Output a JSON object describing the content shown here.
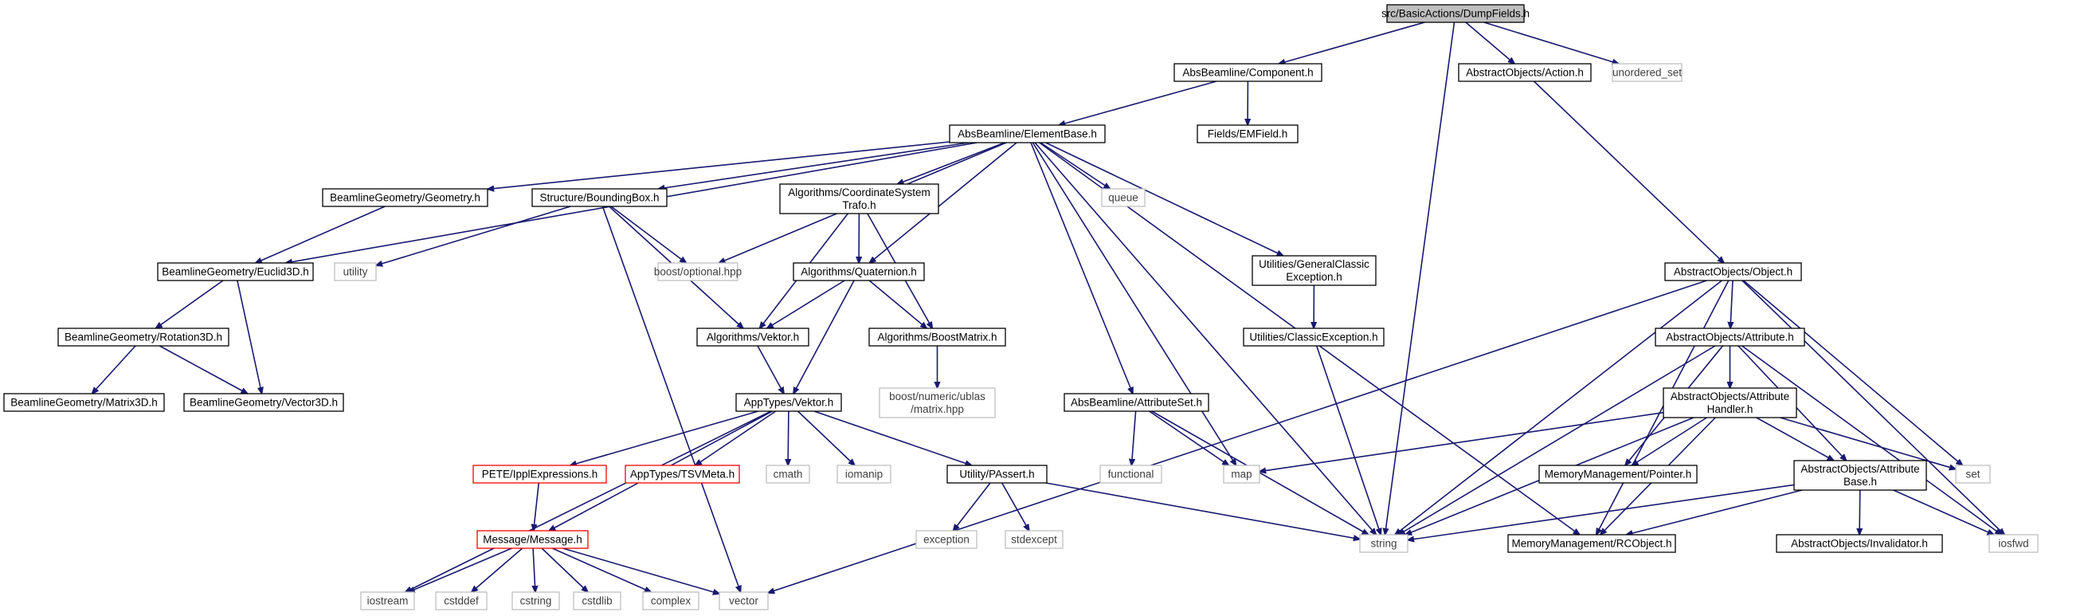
{
  "colors": {
    "edge": "#191970",
    "box_solid_border": "#000000",
    "box_dim_border": "#bfbfbf",
    "box_red_border": "#ff0000",
    "root_fill": "#bfbfbf",
    "text_dark": "#000000",
    "text_dim": "#404040"
  },
  "nodes": [
    {
      "id": "dumpfields",
      "lines": [
        "src/BasicActions/DumpFields.h"
      ],
      "style": "root"
    },
    {
      "id": "component",
      "lines": [
        "AbsBeamline/Component.h"
      ],
      "style": "solid"
    },
    {
      "id": "action",
      "lines": [
        "AbstractObjects/Action.h"
      ],
      "style": "solid"
    },
    {
      "id": "unordered_set",
      "lines": [
        "unordered_set"
      ],
      "style": "dim"
    },
    {
      "id": "elementbase",
      "lines": [
        "AbsBeamline/ElementBase.h"
      ],
      "style": "solid"
    },
    {
      "id": "emfield",
      "lines": [
        "Fields/EMField.h"
      ],
      "style": "solid"
    },
    {
      "id": "geometry",
      "lines": [
        "BeamlineGeometry/Geometry.h"
      ],
      "style": "solid"
    },
    {
      "id": "boundingbox",
      "lines": [
        "Structure/BoundingBox.h"
      ],
      "style": "solid"
    },
    {
      "id": "coordtrafo",
      "lines": [
        "Algorithms/CoordinateSystem",
        "Trafo.h"
      ],
      "style": "solid"
    },
    {
      "id": "queue",
      "lines": [
        "queue"
      ],
      "style": "dim"
    },
    {
      "id": "genclassicexc",
      "lines": [
        "Utilities/GeneralClassic",
        "Exception.h"
      ],
      "style": "solid"
    },
    {
      "id": "object",
      "lines": [
        "AbstractObjects/Object.h"
      ],
      "style": "solid"
    },
    {
      "id": "euclid3d",
      "lines": [
        "BeamlineGeometry/Euclid3D.h"
      ],
      "style": "solid"
    },
    {
      "id": "utility",
      "lines": [
        "utility"
      ],
      "style": "dim"
    },
    {
      "id": "boostoptional",
      "lines": [
        "boost/optional.hpp"
      ],
      "style": "dim"
    },
    {
      "id": "quaternion",
      "lines": [
        "Algorithms/Quaternion.h"
      ],
      "style": "solid"
    },
    {
      "id": "rotation3d",
      "lines": [
        "BeamlineGeometry/Rotation3D.h"
      ],
      "style": "solid"
    },
    {
      "id": "algvektor",
      "lines": [
        "Algorithms/Vektor.h"
      ],
      "style": "solid"
    },
    {
      "id": "boostmatrix",
      "lines": [
        "Algorithms/BoostMatrix.h"
      ],
      "style": "solid"
    },
    {
      "id": "classicexc",
      "lines": [
        "Utilities/ClassicException.h"
      ],
      "style": "solid"
    },
    {
      "id": "attribute",
      "lines": [
        "AbstractObjects/Attribute.h"
      ],
      "style": "solid"
    },
    {
      "id": "matrix3d",
      "lines": [
        "BeamlineGeometry/Matrix3D.h"
      ],
      "style": "solid"
    },
    {
      "id": "vector3d",
      "lines": [
        "BeamlineGeometry/Vector3D.h"
      ],
      "style": "solid"
    },
    {
      "id": "ublasmatrix",
      "lines": [
        "boost/numeric/ublas",
        "/matrix.hpp"
      ],
      "style": "dim"
    },
    {
      "id": "apptypesvektor",
      "lines": [
        "AppTypes/Vektor.h"
      ],
      "style": "solid"
    },
    {
      "id": "attributeset",
      "lines": [
        "AbsBeamline/AttributeSet.h"
      ],
      "style": "solid"
    },
    {
      "id": "attrhandler",
      "lines": [
        "AbstractObjects/Attribute",
        "Handler.h"
      ],
      "style": "solid"
    },
    {
      "id": "ipplexpr",
      "lines": [
        "PETE/IpplExpressions.h"
      ],
      "style": "red"
    },
    {
      "id": "tsvmeta",
      "lines": [
        "AppTypes/TSVMeta.h"
      ],
      "style": "red"
    },
    {
      "id": "cmath",
      "lines": [
        "cmath"
      ],
      "style": "dim"
    },
    {
      "id": "iomanip",
      "lines": [
        "iomanip"
      ],
      "style": "dim"
    },
    {
      "id": "passert",
      "lines": [
        "Utility/PAssert.h"
      ],
      "style": "solid"
    },
    {
      "id": "functional",
      "lines": [
        "functional"
      ],
      "style": "dim"
    },
    {
      "id": "map",
      "lines": [
        "map"
      ],
      "style": "dim"
    },
    {
      "id": "pointer",
      "lines": [
        "MemoryManagement/Pointer.h"
      ],
      "style": "solid"
    },
    {
      "id": "attrbase",
      "lines": [
        "AbstractObjects/Attribute",
        "Base.h"
      ],
      "style": "solid"
    },
    {
      "id": "set",
      "lines": [
        "set"
      ],
      "style": "dim"
    },
    {
      "id": "message",
      "lines": [
        "Message/Message.h"
      ],
      "style": "red"
    },
    {
      "id": "exception",
      "lines": [
        "exception"
      ],
      "style": "dim"
    },
    {
      "id": "stdexcept",
      "lines": [
        "stdexcept"
      ],
      "style": "dim"
    },
    {
      "id": "string",
      "lines": [
        "string"
      ],
      "style": "dim"
    },
    {
      "id": "rcobject",
      "lines": [
        "MemoryManagement/RCObject.h"
      ],
      "style": "solid"
    },
    {
      "id": "invalidator",
      "lines": [
        "AbstractObjects/Invalidator.h"
      ],
      "style": "solid"
    },
    {
      "id": "iosfwd",
      "lines": [
        "iosfwd"
      ],
      "style": "dim"
    },
    {
      "id": "iostream",
      "lines": [
        "iostream"
      ],
      "style": "dim"
    },
    {
      "id": "cstddef",
      "lines": [
        "cstddef"
      ],
      "style": "dim"
    },
    {
      "id": "cstring",
      "lines": [
        "cstring"
      ],
      "style": "dim"
    },
    {
      "id": "cstdlib",
      "lines": [
        "cstdlib"
      ],
      "style": "dim"
    },
    {
      "id": "complex",
      "lines": [
        "complex"
      ],
      "style": "dim"
    },
    {
      "id": "vector",
      "lines": [
        "vector"
      ],
      "style": "dim"
    }
  ],
  "edges": [
    [
      "dumpfields",
      "component"
    ],
    [
      "dumpfields",
      "action"
    ],
    [
      "dumpfields",
      "unordered_set"
    ],
    [
      "dumpfields",
      "string"
    ],
    [
      "component",
      "elementbase"
    ],
    [
      "component",
      "emfield"
    ],
    [
      "action",
      "object"
    ],
    [
      "elementbase",
      "euclid3d"
    ],
    [
      "elementbase",
      "geometry"
    ],
    [
      "elementbase",
      "boundingbox"
    ],
    [
      "elementbase",
      "boostoptional"
    ],
    [
      "elementbase",
      "coordtrafo"
    ],
    [
      "elementbase",
      "quaternion"
    ],
    [
      "elementbase",
      "queue"
    ],
    [
      "elementbase",
      "map"
    ],
    [
      "elementbase",
      "attributeset"
    ],
    [
      "elementbase",
      "string"
    ],
    [
      "elementbase",
      "rcobject"
    ],
    [
      "elementbase",
      "genclassicexc"
    ],
    [
      "geometry",
      "euclid3d"
    ],
    [
      "boundingbox",
      "utility"
    ],
    [
      "boundingbox",
      "boostoptional"
    ],
    [
      "boundingbox",
      "algvektor"
    ],
    [
      "boundingbox",
      "vector"
    ],
    [
      "coordtrafo",
      "algvektor"
    ],
    [
      "coordtrafo",
      "quaternion"
    ],
    [
      "coordtrafo",
      "boostmatrix"
    ],
    [
      "genclassicexc",
      "classicexc"
    ],
    [
      "classicexc",
      "string"
    ],
    [
      "euclid3d",
      "rotation3d"
    ],
    [
      "euclid3d",
      "vector3d"
    ],
    [
      "rotation3d",
      "matrix3d"
    ],
    [
      "rotation3d",
      "vector3d"
    ],
    [
      "quaternion",
      "algvektor"
    ],
    [
      "quaternion",
      "boostmatrix"
    ],
    [
      "quaternion",
      "apptypesvektor"
    ],
    [
      "algvektor",
      "apptypesvektor"
    ],
    [
      "boostmatrix",
      "ublasmatrix"
    ],
    [
      "apptypesvektor",
      "iostream"
    ],
    [
      "apptypesvektor",
      "ipplexpr"
    ],
    [
      "apptypesvektor",
      "tsvmeta"
    ],
    [
      "apptypesvektor",
      "cmath"
    ],
    [
      "apptypesvektor",
      "iomanip"
    ],
    [
      "apptypesvektor",
      "passert"
    ],
    [
      "apptypesvektor",
      "message"
    ],
    [
      "ipplexpr",
      "message"
    ],
    [
      "message",
      "iostream"
    ],
    [
      "message",
      "cstddef"
    ],
    [
      "message",
      "cstring"
    ],
    [
      "message",
      "cstdlib"
    ],
    [
      "message",
      "complex"
    ],
    [
      "message",
      "vector"
    ],
    [
      "passert",
      "exception"
    ],
    [
      "passert",
      "stdexcept"
    ],
    [
      "passert",
      "string"
    ],
    [
      "attributeset",
      "functional"
    ],
    [
      "attributeset",
      "map"
    ],
    [
      "attributeset",
      "string"
    ],
    [
      "object",
      "attribute"
    ],
    [
      "object",
      "string"
    ],
    [
      "object",
      "rcobject"
    ],
    [
      "object",
      "set"
    ],
    [
      "object",
      "iosfwd"
    ],
    [
      "object",
      "vector"
    ],
    [
      "attribute",
      "attrhandler"
    ],
    [
      "attribute",
      "attrbase"
    ],
    [
      "attribute",
      "pointer"
    ],
    [
      "attribute",
      "string"
    ],
    [
      "attribute",
      "iosfwd"
    ],
    [
      "attrhandler",
      "map"
    ],
    [
      "attrhandler",
      "pointer"
    ],
    [
      "attrhandler",
      "attrbase"
    ],
    [
      "attrhandler",
      "set"
    ],
    [
      "attrhandler",
      "string"
    ],
    [
      "attrhandler",
      "rcobject"
    ],
    [
      "attrbase",
      "rcobject"
    ],
    [
      "attrbase",
      "invalidator"
    ],
    [
      "attrbase",
      "string"
    ],
    [
      "attrbase",
      "iosfwd"
    ]
  ]
}
